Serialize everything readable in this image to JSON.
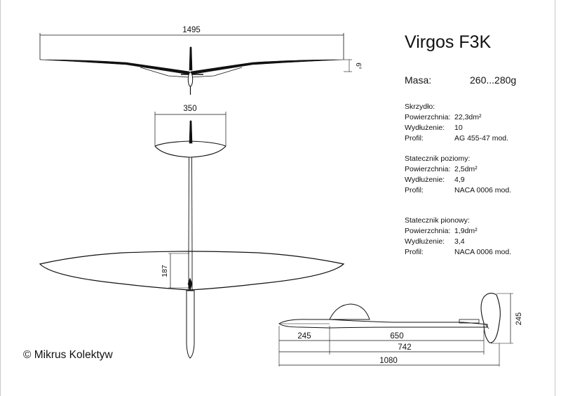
{
  "title": "Virgos F3K",
  "mass": {
    "label": "Masa:",
    "value": "260...280g"
  },
  "specs": [
    {
      "heading": "Skrzydło:",
      "rows": [
        {
          "key": "Powierzchnia:",
          "value": "22,3dm²"
        },
        {
          "key": "Wydłużenie:",
          "value": "10"
        },
        {
          "key": "Profil:",
          "value": "AG 455-47 mod."
        }
      ]
    },
    {
      "heading": "Statecznik poziomy:",
      "rows": [
        {
          "key": "Powierzchnia:",
          "value": "2,5dm²"
        },
        {
          "key": "Wydłużenie:",
          "value": "4,9"
        },
        {
          "key": "Profil:",
          "value": "NACA 0006 mod."
        }
      ]
    },
    {
      "heading": "Statecznik pionowy:",
      "rows": [
        {
          "key": "Powierzchnia:",
          "value": "1,9dm²"
        },
        {
          "key": "Wydłużenie:",
          "value": "3,4"
        },
        {
          "key": "Profil:",
          "value": "NACA 0006 mod."
        }
      ]
    }
  ],
  "dimensions": {
    "wingspan": "1495",
    "dihedral": "6°",
    "stab_span": "350",
    "root_chord": "187",
    "nose_to_wing": "245",
    "wing_to_tail": "650",
    "nose_to_tail": "742",
    "length": "1080",
    "fin_height": "245"
  },
  "copyright": "© Mikrus Kolektyw"
}
